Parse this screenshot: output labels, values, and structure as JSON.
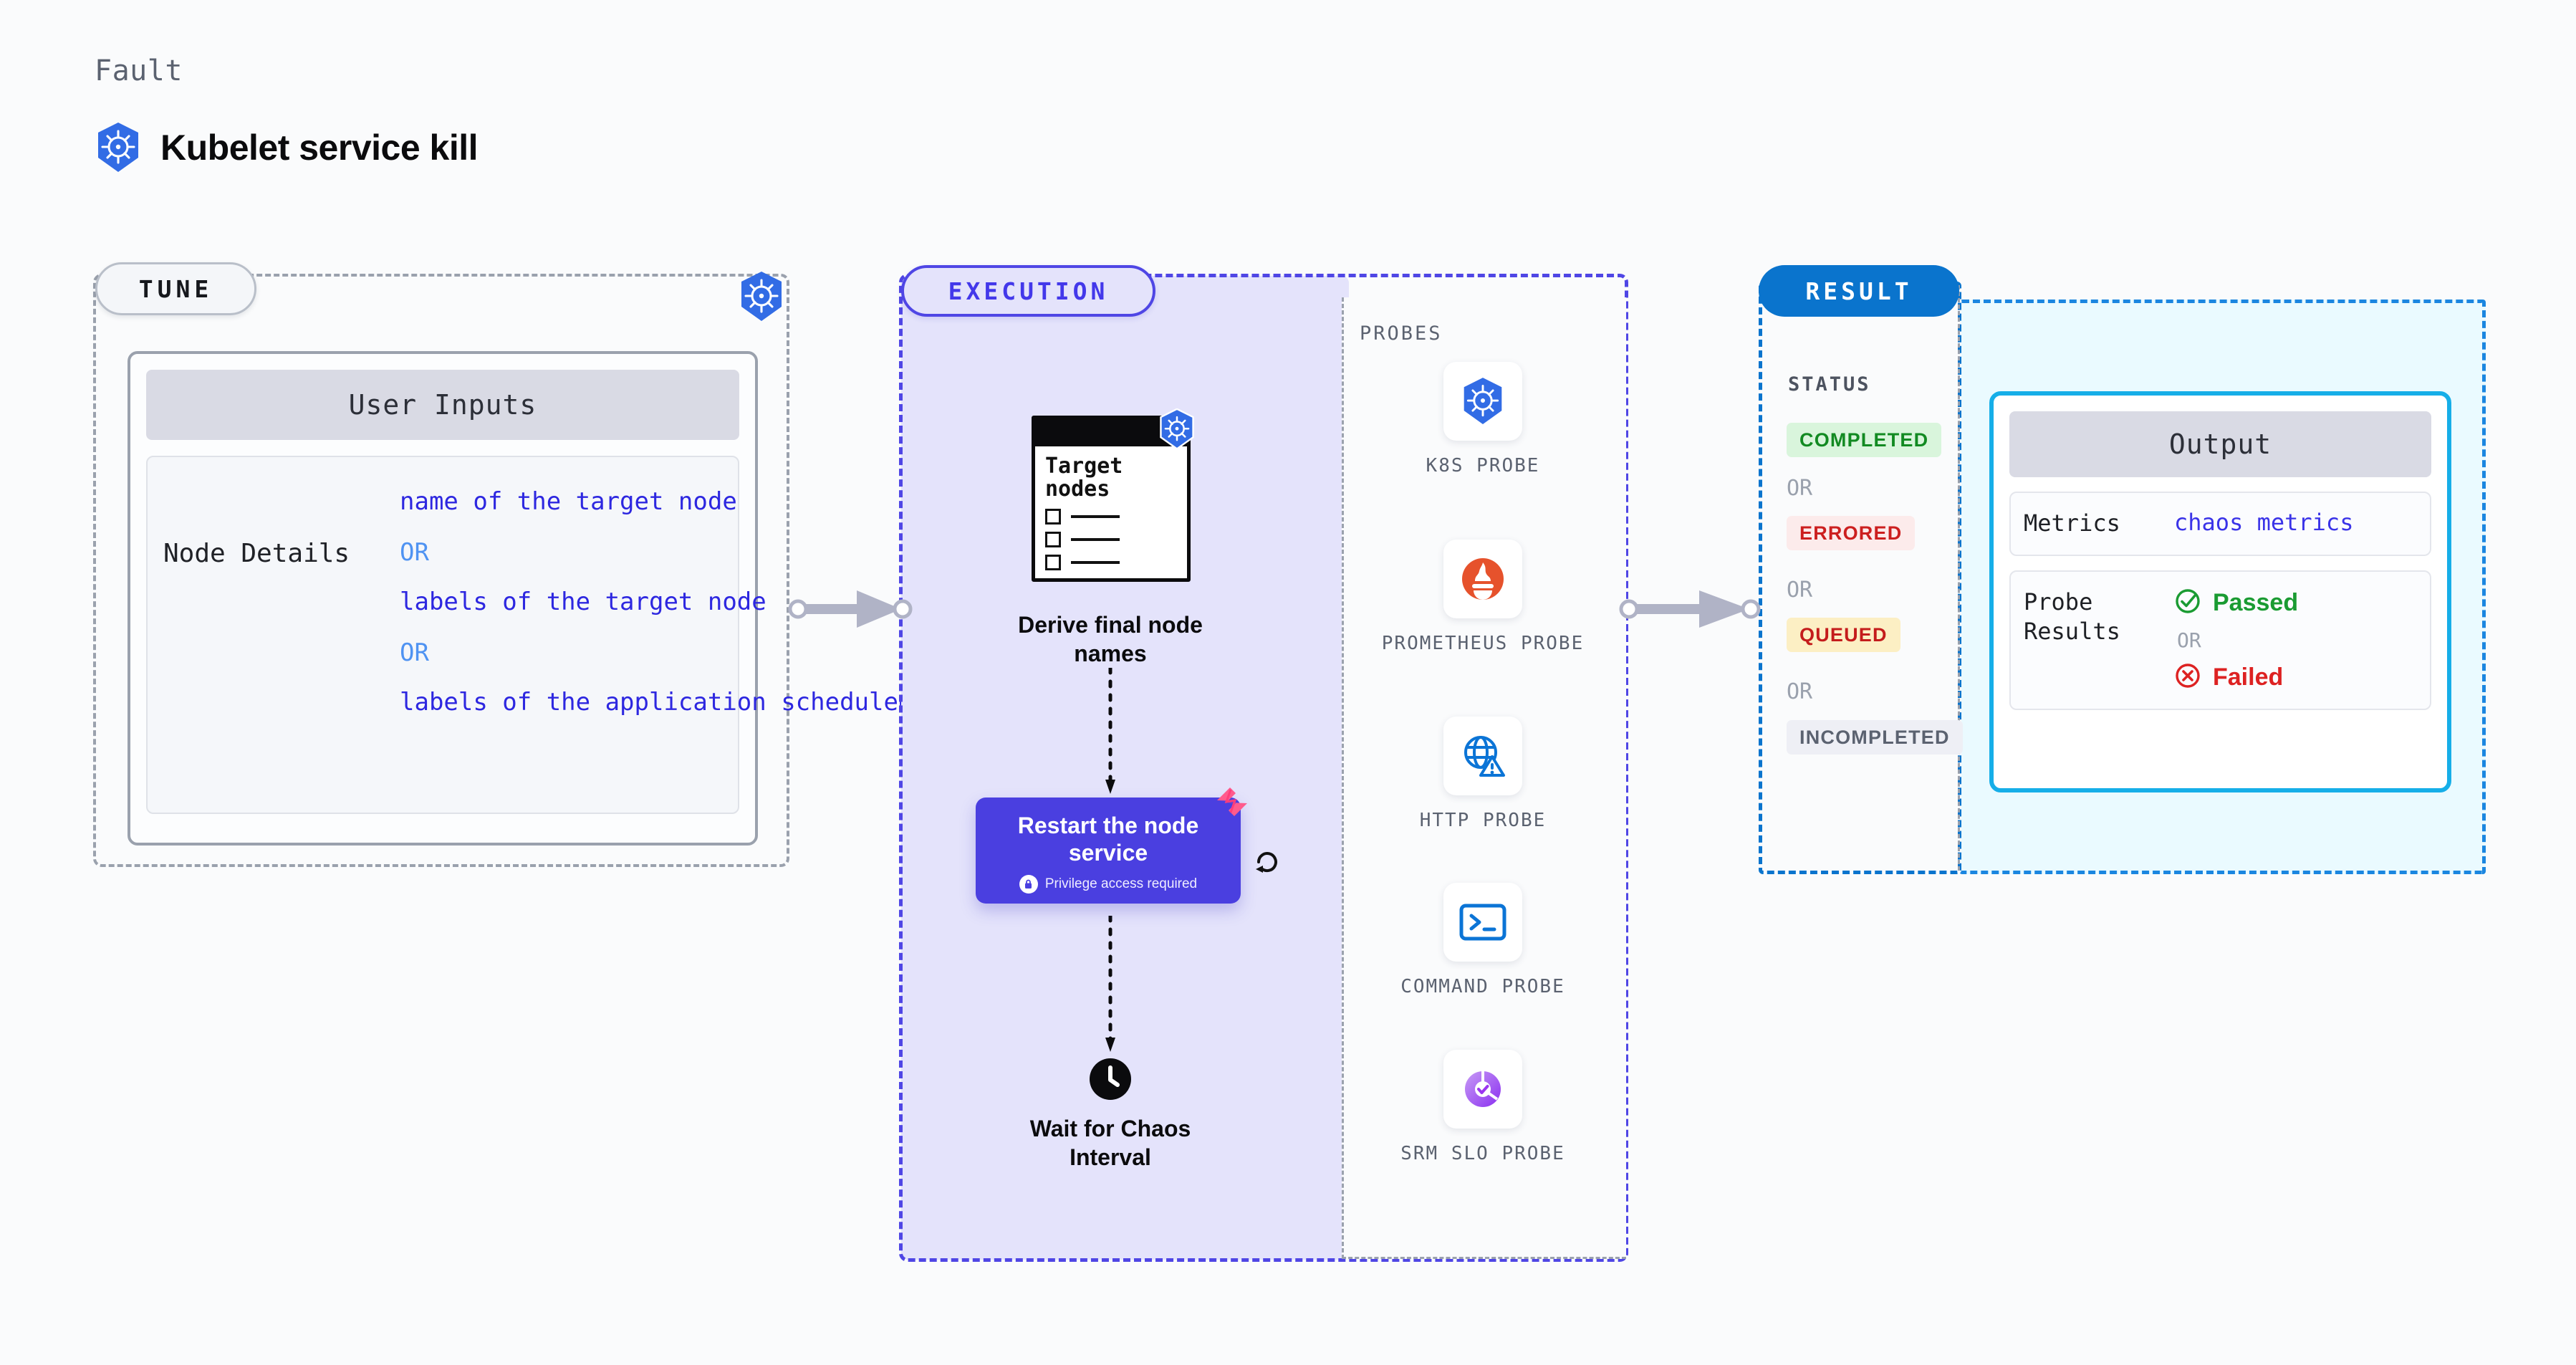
{
  "header": {
    "eyebrow": "Fault",
    "title": "Kubelet service kill",
    "icon": "kubernetes-icon"
  },
  "tune": {
    "tag": "TUNE",
    "corner_icon": "kubernetes-icon",
    "card": {
      "header": "User Inputs",
      "rows": [
        {
          "key": "Node Details",
          "values": [
            "name of the target node",
            "labels of the target node",
            "labels of the application scheduled on target node"
          ],
          "separator": "OR"
        }
      ]
    }
  },
  "execution": {
    "tag": "EXECUTION",
    "target_card": {
      "title_line1": "Target",
      "title_line2": "nodes",
      "icon": "kubernetes-icon",
      "checkbox_count": 3,
      "progress_bar_color": "#0a7a3c"
    },
    "steps": [
      {
        "caption_line1": "Derive final node",
        "caption_line2": "names"
      },
      {
        "caption_line1": "Wait for Chaos",
        "caption_line2": "Interval",
        "icon": "clock-icon"
      }
    ],
    "action": {
      "title_line1": "Restart the node",
      "title_line2": "service",
      "note": "Privilege access required",
      "note_icon": "lock-icon",
      "corner_icon": "litmus-icon",
      "side_icon": "rotate-ccw-icon",
      "color": "#4a3fe0"
    }
  },
  "probes": {
    "label": "PROBES",
    "items": [
      {
        "name": "K8S PROBE",
        "icon": "kubernetes-icon"
      },
      {
        "name": "PROMETHEUS PROBE",
        "icon": "prometheus-icon"
      },
      {
        "name": "HTTP PROBE",
        "icon": "globe-warning-icon"
      },
      {
        "name": "COMMAND PROBE",
        "icon": "terminal-icon"
      },
      {
        "name": "SRM SLO PROBE",
        "icon": "srm-slo-icon"
      }
    ]
  },
  "result": {
    "tag": "RESULT",
    "status_label": "STATUS",
    "separator": "OR",
    "statuses": [
      {
        "label": "COMPLETED",
        "color": "#128a22",
        "bg": "#d9f5dc"
      },
      {
        "label": "ERRORED",
        "color": "#cc1f1f",
        "bg": "#fcebeb"
      },
      {
        "label": "QUEUED",
        "color": "#c41c1c",
        "bg": "#fcefc4"
      },
      {
        "label": "INCOMPLETED",
        "color": "#5b6270",
        "bg": "#eeeff5"
      }
    ],
    "output": {
      "header": "Output",
      "metrics_key": "Metrics",
      "metrics_value": "chaos metrics",
      "probe_results_key_line1": "Probe",
      "probe_results_key_line2": "Results",
      "passed_label": "Passed",
      "passed_icon": "check-circle-icon",
      "failed_label": "Failed",
      "failed_icon": "x-circle-icon",
      "separator": "OR"
    }
  },
  "connectors": [
    {
      "name": "tune-to-execution"
    },
    {
      "name": "execution-to-result"
    }
  ]
}
